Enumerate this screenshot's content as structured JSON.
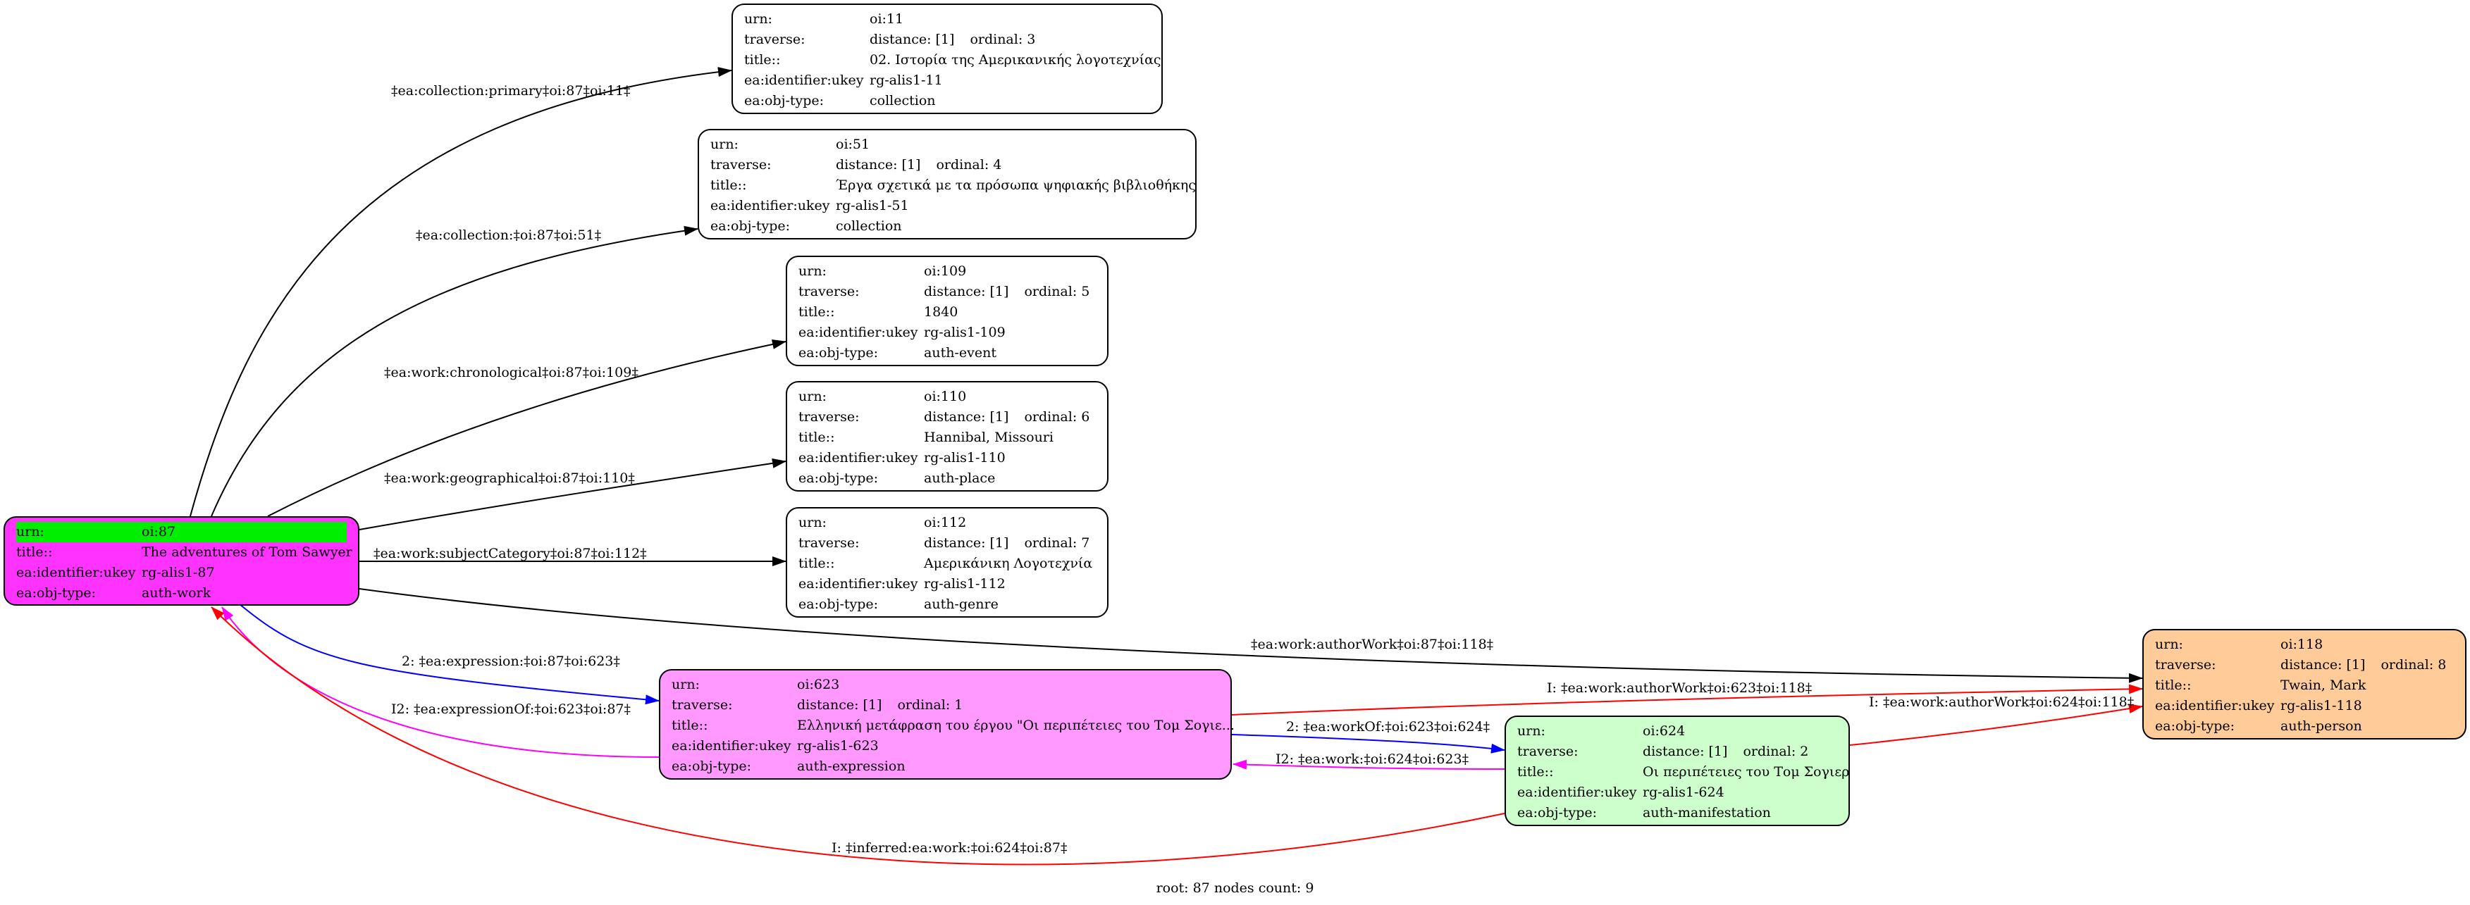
{
  "nodes": {
    "oi87": {
      "fill": "#ff33ff",
      "rows": [
        {
          "k": "urn:",
          "v": "oi:87"
        },
        {
          "k": "title::",
          "v": "The adventures of Tom Sawyer"
        },
        {
          "k": "ea:identifier:ukey",
          "v": "rg-alis1-87"
        },
        {
          "k": "ea:obj-type:",
          "v": "auth-work"
        }
      ]
    },
    "oi11": {
      "fill": "#ffffff",
      "urn": "oi:11",
      "distance": "distance: [1]",
      "ordinal": "ordinal: 3",
      "title": "02. Ιστορία της Αμερικανικής λογοτεχνίας",
      "ukey": "rg-alis1-11",
      "type": "collection"
    },
    "oi51": {
      "fill": "#ffffff",
      "urn": "oi:51",
      "distance": "distance: [1]",
      "ordinal": "ordinal: 4",
      "title": "Έργα σχετικά με τα πρόσωπα ψηφιακής βιβλιοθήκης",
      "ukey": "rg-alis1-51",
      "type": "collection"
    },
    "oi109": {
      "fill": "#ffffff",
      "urn": "oi:109",
      "distance": "distance: [1]",
      "ordinal": "ordinal: 5",
      "title": "1840",
      "ukey": "rg-alis1-109",
      "type": "auth-event"
    },
    "oi110": {
      "fill": "#ffffff",
      "urn": "oi:110",
      "distance": "distance: [1]",
      "ordinal": "ordinal: 6",
      "title": "Hannibal, Missouri",
      "ukey": "rg-alis1-110",
      "type": "auth-place"
    },
    "oi112": {
      "fill": "#ffffff",
      "urn": "oi:112",
      "distance": "distance: [1]",
      "ordinal": "ordinal: 7",
      "title": "Αμερικάνικη Λογοτεχνία",
      "ukey": "rg-alis1-112",
      "type": "auth-genre"
    },
    "oi623": {
      "fill": "#ff99ff",
      "urn": "oi:623",
      "distance": "distance: [1]",
      "ordinal": "ordinal: 1",
      "title": "Ελληνική μετάφραση του έργου \"Οι περιπέτειες του Τομ Σογιε...",
      "ukey": "rg-alis1-623",
      "type": "auth-expression"
    },
    "oi624": {
      "fill": "#ccffcc",
      "urn": "oi:624",
      "distance": "distance: [1]",
      "ordinal": "ordinal: 2",
      "title": "Οι περιπέτειες του Τομ Σογιερ",
      "ukey": "rg-alis1-624",
      "type": "auth-manifestation"
    },
    "oi118": {
      "fill": "#ffcc99",
      "urn": "oi:118",
      "distance": "distance: [1]",
      "ordinal": "ordinal: 8",
      "title": "Twain, Mark",
      "ukey": "rg-alis1-118",
      "type": "auth-person"
    }
  },
  "row_keys": {
    "urn": "urn:",
    "traverse": "traverse:",
    "title": "title::",
    "ukey": "ea:identifier:ukey",
    "type": "ea:obj-type:"
  },
  "edges": [
    {
      "label": "‡ea:collection:primary‡oi:87‡oi:11‡",
      "color": "#000000"
    },
    {
      "label": "‡ea:collection:‡oi:87‡oi:51‡",
      "color": "#000000"
    },
    {
      "label": "‡ea:work:chronological‡oi:87‡oi:109‡",
      "color": "#000000"
    },
    {
      "label": "‡ea:work:geographical‡oi:87‡oi:110‡",
      "color": "#000000"
    },
    {
      "label": "‡ea:work:subjectCategory‡oi:87‡oi:112‡",
      "color": "#000000"
    },
    {
      "label": "‡ea:work:authorWork‡oi:87‡oi:118‡",
      "color": "#000000"
    },
    {
      "label": "2: ‡ea:expression:‡oi:87‡oi:623‡",
      "color": "#0000ff"
    },
    {
      "label": "I2: ‡ea:expressionOf:‡oi:623‡oi:87‡",
      "color": "#ff00ff"
    },
    {
      "label": "I: ‡ea:work:authorWork‡oi:623‡oi:118‡",
      "color": "#ff0000"
    },
    {
      "label": "2: ‡ea:workOf:‡oi:623‡oi:624‡",
      "color": "#0000ff"
    },
    {
      "label": "I2: ‡ea:work:‡oi:624‡oi:623‡",
      "color": "#ff00ff"
    },
    {
      "label": "I: ‡ea:work:authorWork‡oi:624‡oi:118‡",
      "color": "#ff0000"
    },
    {
      "label": "I: ‡inferred:ea:work:‡oi:624‡oi:87‡",
      "color": "#ff0000"
    }
  ],
  "footer": "root: 87 nodes count: 9"
}
